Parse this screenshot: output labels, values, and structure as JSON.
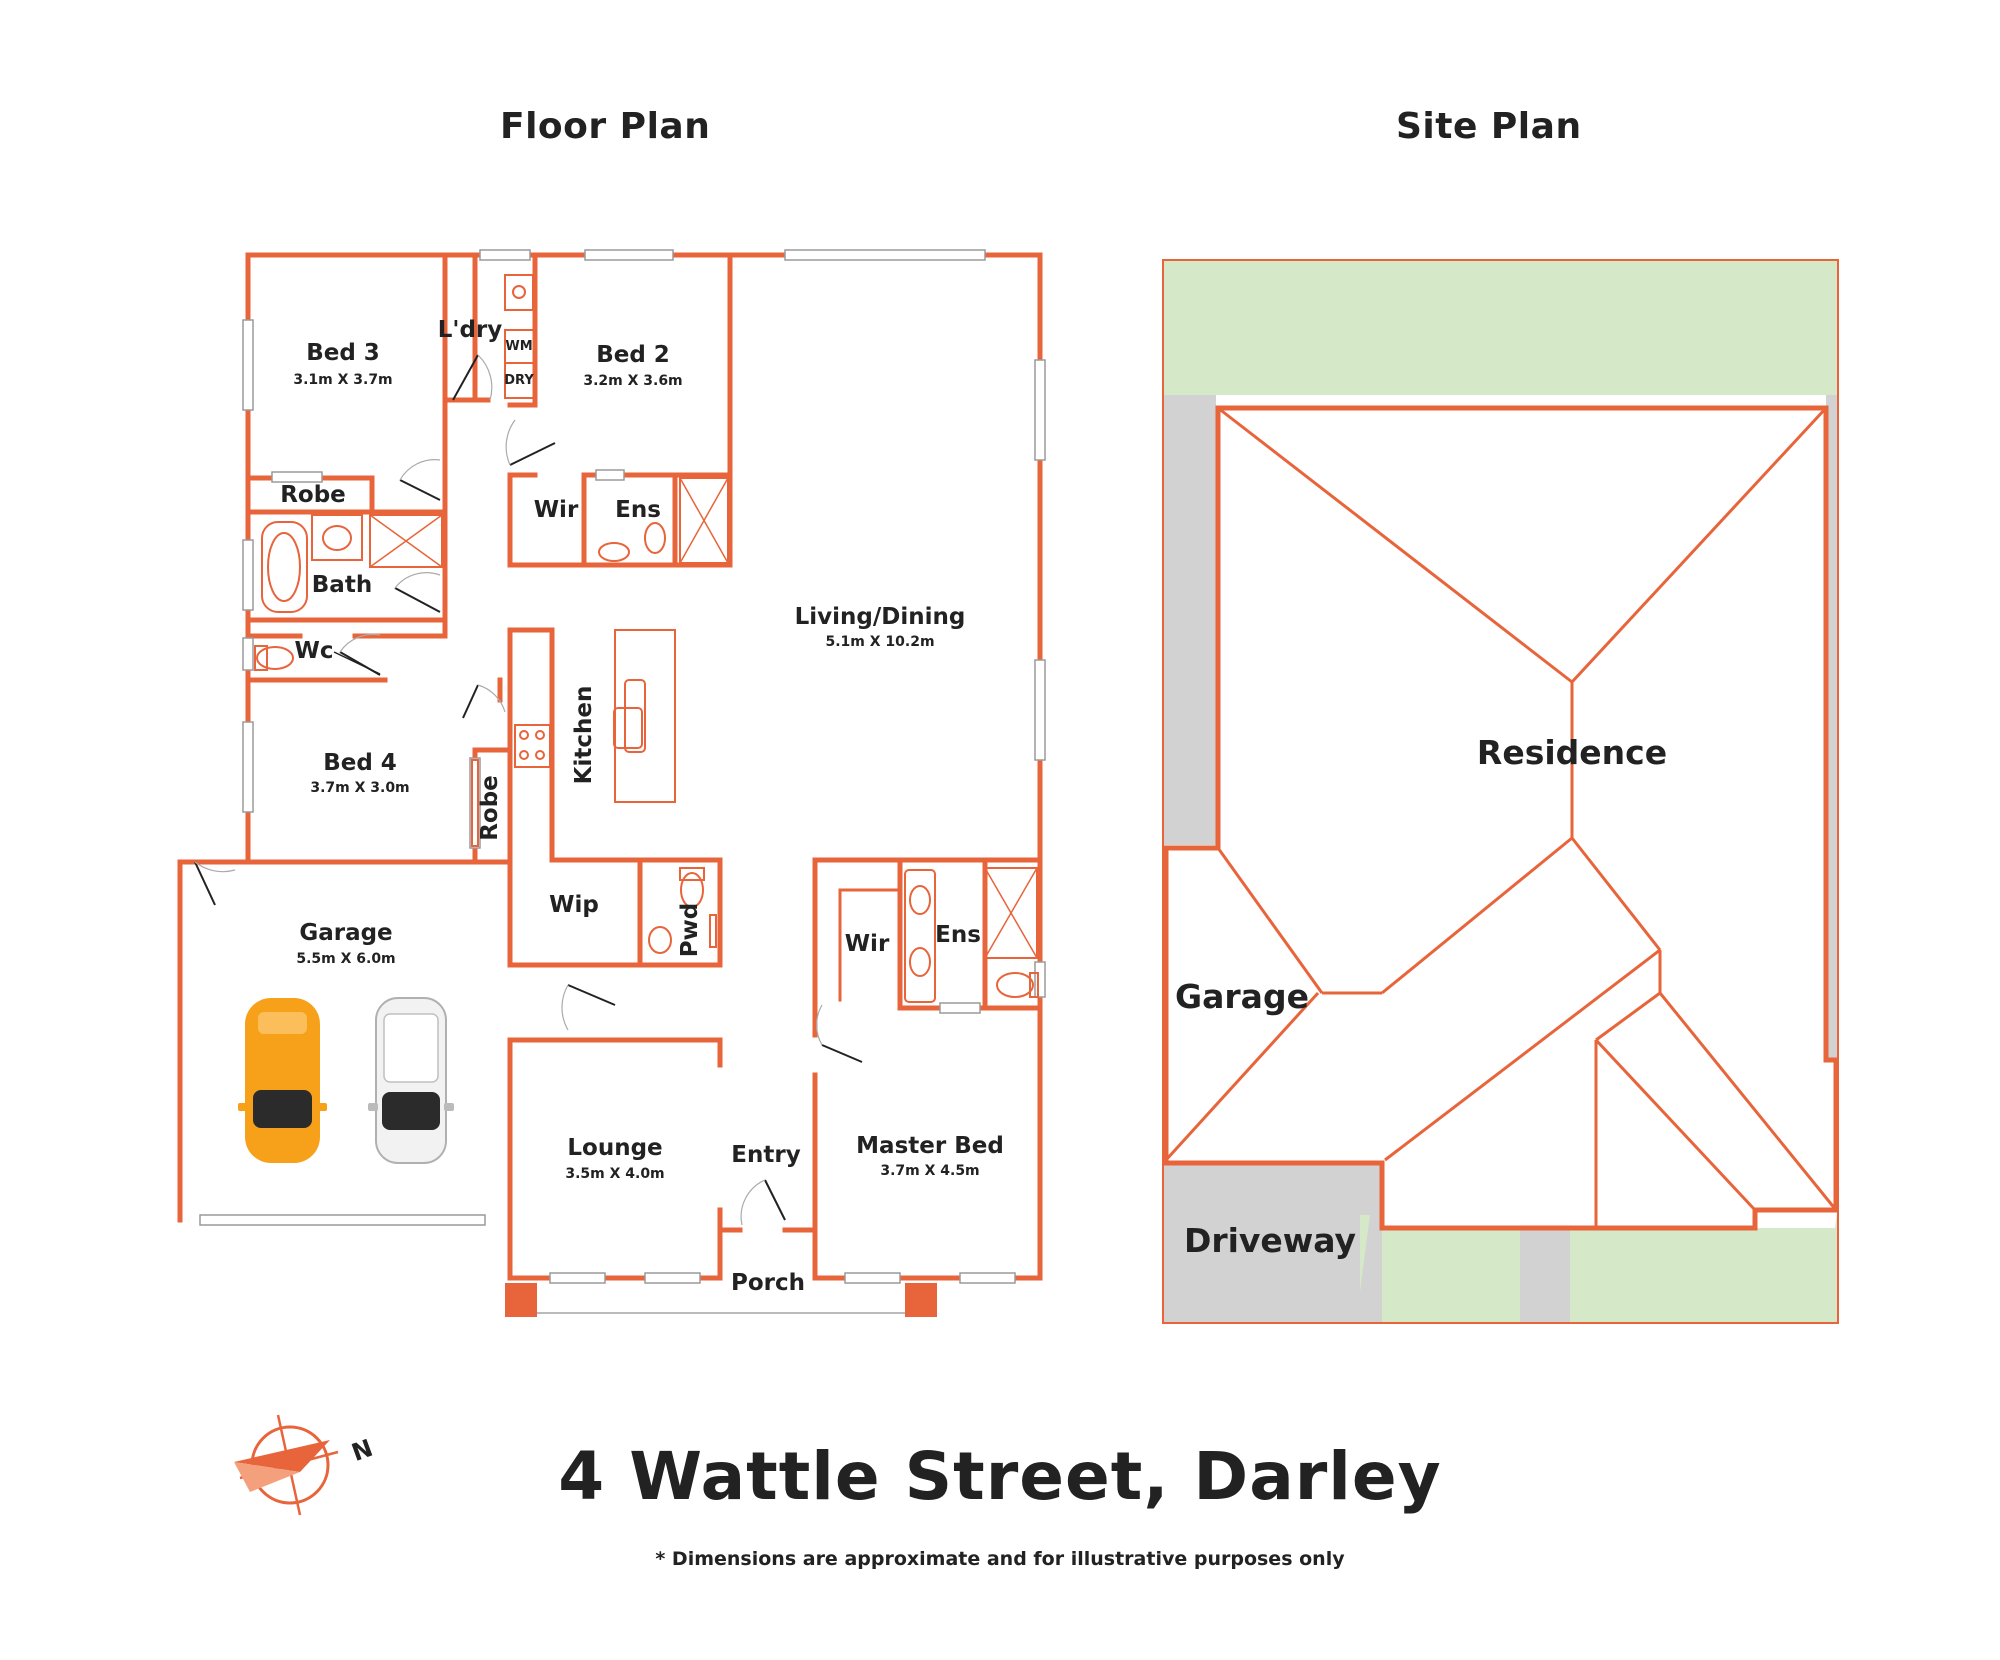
{
  "headings": {
    "floor_plan": "Floor Plan",
    "site_plan": "Site Plan"
  },
  "rooms": {
    "bed3": {
      "label": "Bed 3",
      "dims": "3.1m X 3.7m"
    },
    "laundry": {
      "label": "L'dry"
    },
    "bed2": {
      "label": "Bed 2",
      "dims": "3.2m X 3.6m"
    },
    "robe_bed3": {
      "label": "Robe"
    },
    "wir_bed2": {
      "label": "Wir"
    },
    "ens_bed2": {
      "label": "Ens"
    },
    "bath": {
      "label": "Bath"
    },
    "living": {
      "label": "Living/Dining",
      "dims": "5.1m X 10.2m"
    },
    "wc": {
      "label": "Wc"
    },
    "kitchen": {
      "label": "Kitchen"
    },
    "bed4": {
      "label": "Bed 4",
      "dims": "3.7m X 3.0m"
    },
    "robe_bed4": {
      "label": "Robe"
    },
    "garage": {
      "label": "Garage",
      "dims": "5.5m X 6.0m"
    },
    "wip": {
      "label": "Wip"
    },
    "pwd": {
      "label": "Pwd"
    },
    "wir_master": {
      "label": "Wir"
    },
    "ens_master": {
      "label": "Ens"
    },
    "lounge": {
      "label": "Lounge",
      "dims": "3.5m X 4.0m"
    },
    "entry": {
      "label": "Entry"
    },
    "master": {
      "label": "Master Bed",
      "dims": "3.7m X 4.5m"
    },
    "porch": {
      "label": "Porch"
    }
  },
  "fixtures": {
    "washing_machine": "WM",
    "dryer": "DRY"
  },
  "site": {
    "residence": "Residence",
    "garage": "Garage",
    "driveway": "Driveway"
  },
  "compass": {
    "north": "N"
  },
  "address": "4 Wattle Street, Darley",
  "disclaimer": "* Dimensions are approximate and for illustrative purposes only",
  "colors": {
    "wall": "#E8643A",
    "lawn": "#D5E8C8",
    "paving": "#D2D2D2",
    "car_1": "#F7A11A",
    "car_2": "#F2F2F2"
  }
}
